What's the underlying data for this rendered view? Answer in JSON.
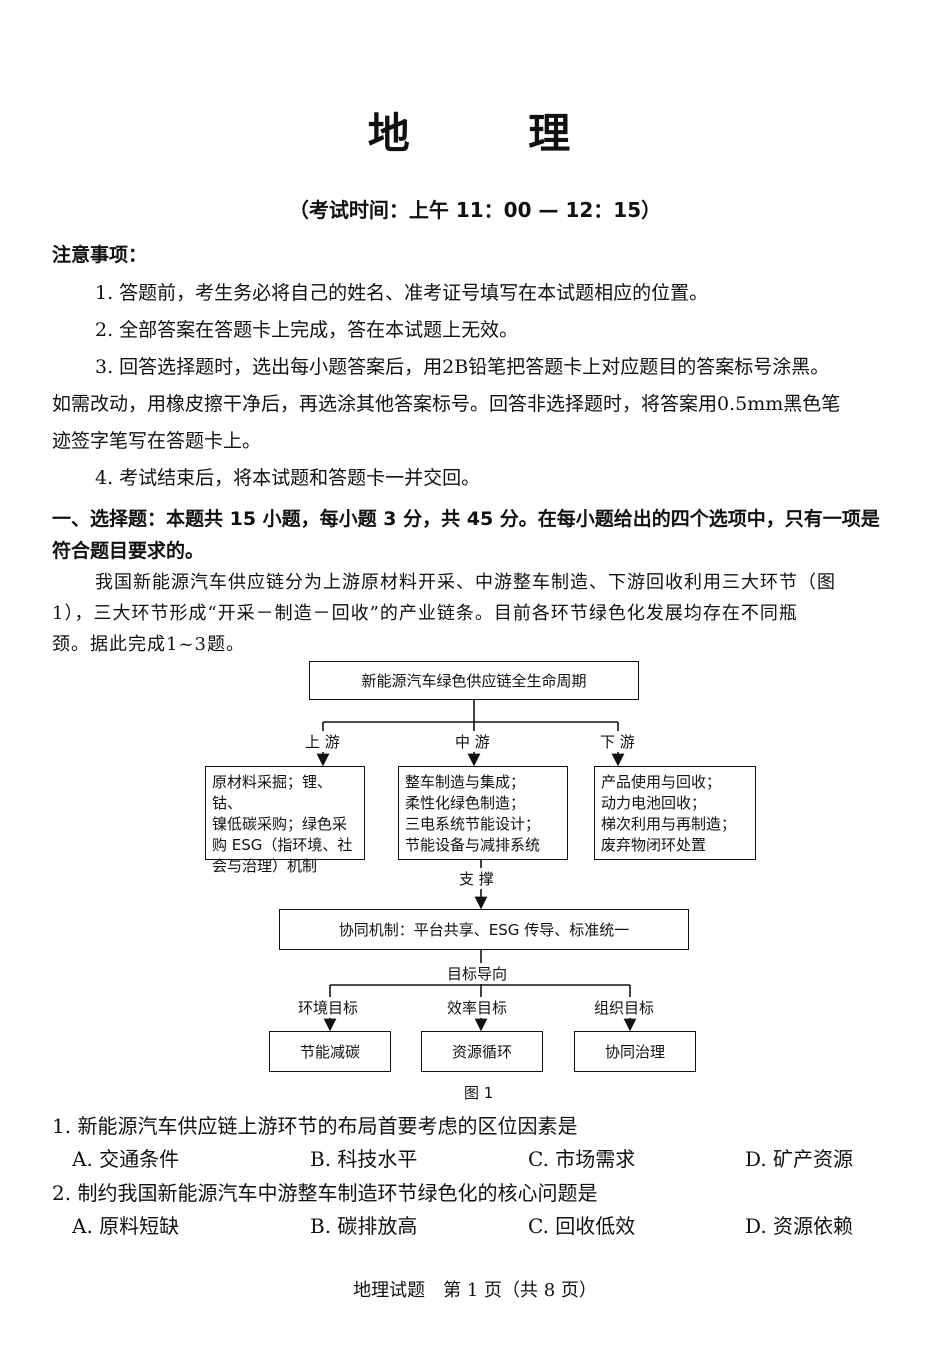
{
  "header_cut": "",
  "title": "地 理",
  "exam_time": "（考试时间：上午 11：00 — 12：15）",
  "notice": {
    "heading": "注意事项：",
    "items": [
      "1. 答题前，考生务必将自己的姓名、准考证号填写在本试题相应的位置。",
      "2. 全部答案在答题卡上完成，答在本试题上无效。",
      "3. 回答选择题时，选出每小题答案后，用2B铅笔把答题卡上对应题目的答案标号涂黑。",
      "如需改动，用橡皮擦干净后，再选涂其他答案标号。回答非选择题时，将答案用0.5mm黑色笔",
      "迹签字笔写在答题卡上。",
      "4. 考试结束后，将本试题和答题卡一并交回。"
    ]
  },
  "section": {
    "line1": "一、选择题：本题共 15 小题，每小题 3 分，共 45 分。在每小题给出的四个选项中，只有一项是",
    "line2": "符合题目要求的。"
  },
  "passage": [
    "我国新能源汽车供应链分为上游原材料开采、中游整车制造、下游回收利用三大环节（图",
    "1），三大环节形成“开采－制造－回收”的产业链条。目前各环节绿色化发展均存在不同瓶",
    "颈。据此完成1~3题。"
  ],
  "diagram": {
    "top": "新能源汽车绿色供应链全生命周期",
    "branch_labels": [
      "上 游",
      "中 游",
      "下 游"
    ],
    "upstream": [
      "原材料采掘；锂、钴、",
      "镍低碳采购；绿色采",
      "购 ESG（指环境、社",
      "会与治理）机制"
    ],
    "midstream": [
      "整车制造与集成；",
      "柔性化绿色制造；",
      "三电系统节能设计；",
      "节能设备与减排系统"
    ],
    "downstream": [
      "产品使用与回收；",
      "动力电池回收；",
      "梯次利用与再制造；",
      "废弃物闭环处置"
    ],
    "support_label": "支 撑",
    "coop": "协同机制：平台共享、ESG 传导、标准统一",
    "goal_label": "目标导向",
    "goal_labels": [
      "环境目标",
      "效率目标",
      "组织目标"
    ],
    "goals": [
      "节能减碳",
      "资源循环",
      "协同治理"
    ],
    "caption": "图 1"
  },
  "questions": [
    {
      "stem": "1. 新能源汽车供应链上游环节的布局首要考虑的区位因素是",
      "options": [
        "A. 交通条件",
        "B. 科技水平",
        "C. 市场需求",
        "D. 矿产资源"
      ]
    },
    {
      "stem": "2. 制约我国新能源汽车中游整车制造环节绿色化的核心问题是",
      "options": [
        "A. 原料短缺",
        "B. 碳排放高",
        "C. 回收低效",
        "D. 资源依赖"
      ]
    }
  ],
  "footer": "地理试题　第 1 页（共 8 页）"
}
